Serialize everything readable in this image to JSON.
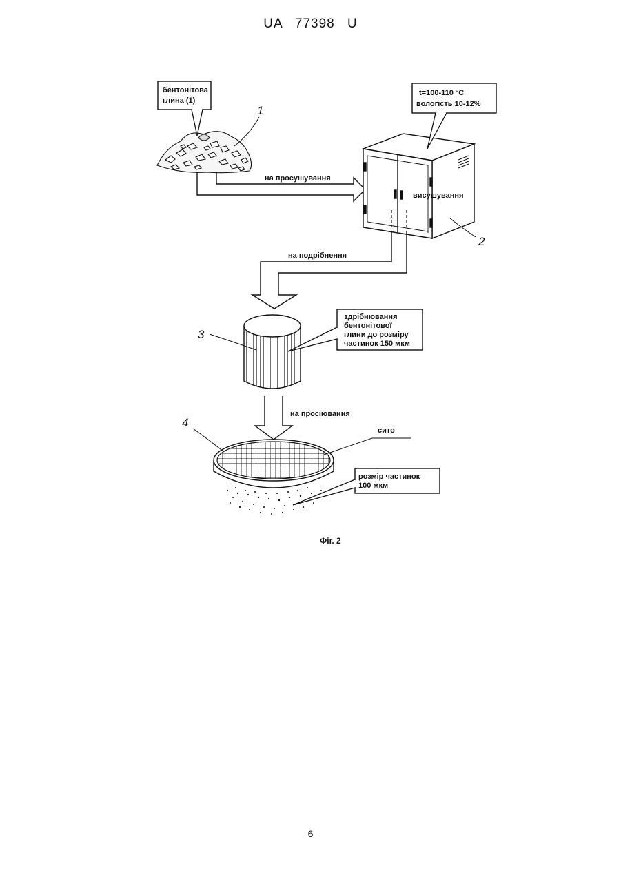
{
  "header": {
    "patent_number": "UA   77398   U"
  },
  "figure": {
    "caption": "Фіг. 2",
    "callouts": {
      "clay_line1": "бентонітова",
      "clay_line2": "глина (1)",
      "dryer_params_line1": "t=100-110 °C",
      "dryer_params_line2": "вологість 10-12%",
      "grinding_line1": "здрібнювання",
      "grinding_line2": "бентонітової",
      "grinding_line3": "глини до розміру",
      "grinding_line4": "частинок  150 мкм",
      "particle_line1": "розмір частинок",
      "particle_line2": "100 мкм"
    },
    "labels": {
      "to_drying": "на просушування",
      "drying": "висушування",
      "to_grinding": "на подрібнення",
      "to_sifting": "на просіювання",
      "sieve": "сито"
    },
    "numbers": {
      "n1": "1",
      "n2": "2",
      "n3": "3",
      "n4": "4"
    }
  },
  "footer": {
    "page_number": "6"
  }
}
